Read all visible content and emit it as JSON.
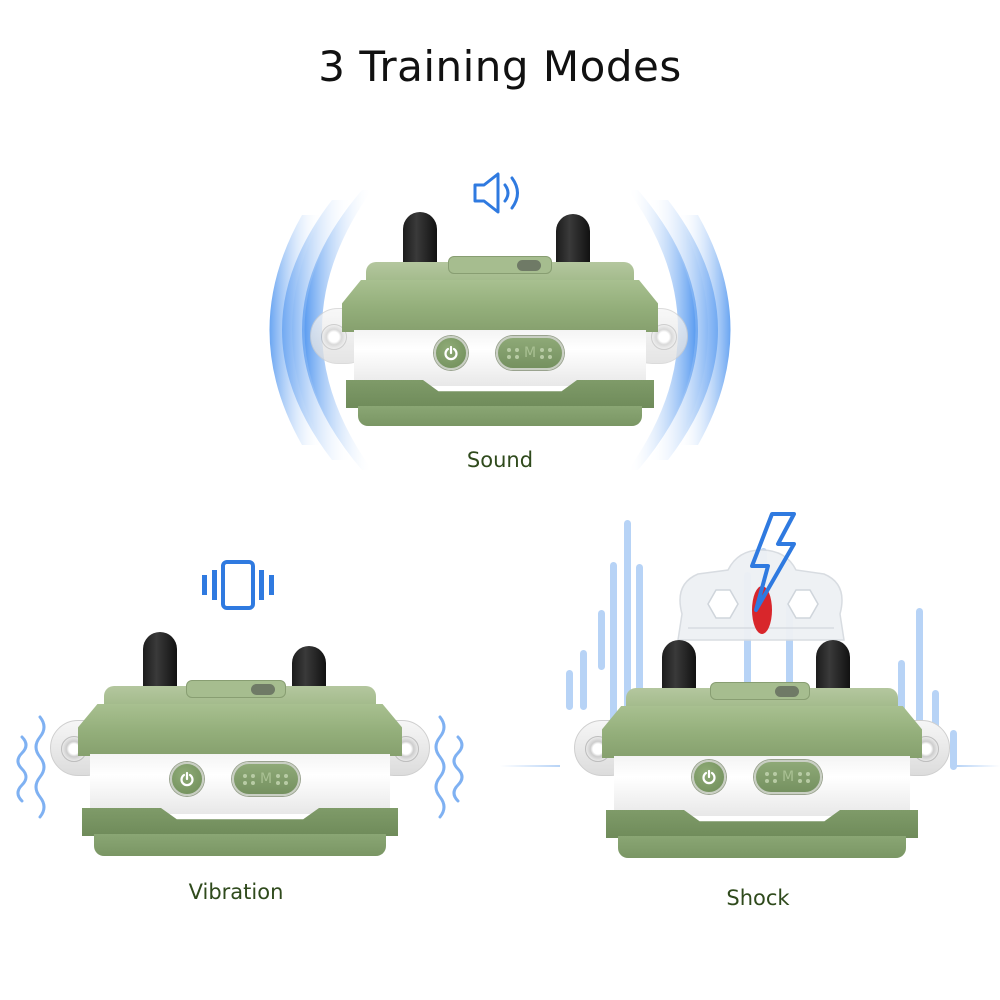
{
  "title": "3 Training Modes",
  "modes": [
    {
      "id": "sound",
      "label": "Sound",
      "icon": "speaker-icon"
    },
    {
      "id": "vibration",
      "label": "Vibration",
      "icon": "phone-vibrate-icon"
    },
    {
      "id": "shock",
      "label": "Shock",
      "icon": "lightning-bolt-icon"
    }
  ],
  "device": {
    "mode_button_label": "M",
    "power_button_symbol": "power"
  },
  "colors": {
    "icon_blue": "#2f7ae0",
    "wave_blue": "#6aa6f2",
    "label_green": "#2f4a1c",
    "body_green": "#93ae7a",
    "shock_red": "#d8262b"
  }
}
